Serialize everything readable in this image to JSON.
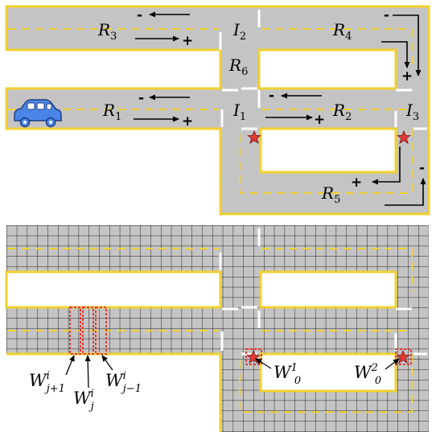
{
  "colors": {
    "road": "#c4c4c4",
    "edge": "#f2d12e",
    "lane_dash": "#f2d12e",
    "stop_line": "#ffffff",
    "star": "#e53935",
    "car": "#4a86e8",
    "window_box": "#e53935",
    "grid_line": "#222222"
  },
  "top": {
    "roads": {
      "r3": {
        "name": "R",
        "sub": "3"
      },
      "r4": {
        "name": "R",
        "sub": "4"
      },
      "r6": {
        "name": "R",
        "sub": "6"
      },
      "r1": {
        "name": "R",
        "sub": "1"
      },
      "r2": {
        "name": "R",
        "sub": "2"
      },
      "r5": {
        "name": "R",
        "sub": "5"
      }
    },
    "intersections": {
      "i1": {
        "name": "I",
        "sub": "1"
      },
      "i2": {
        "name": "I",
        "sub": "2"
      },
      "i3": {
        "name": "I",
        "sub": "3"
      }
    },
    "direction_signs": {
      "plus": "+",
      "minus": "-"
    },
    "vehicle_icon": "car-icon",
    "marker_icon": "star-icon"
  },
  "bottom": {
    "windows": {
      "w_jp1": {
        "sym": "W",
        "sup": "i",
        "sub": "j+1"
      },
      "w_j": {
        "sym": "W",
        "sup": "i",
        "sub": "j"
      },
      "w_jm1": {
        "sym": "W",
        "sup": "i",
        "sub": "j−1"
      },
      "w_0_1": {
        "sym": "W",
        "sup": "1",
        "sub": "0"
      },
      "w_0_2": {
        "sym": "W",
        "sup": "2",
        "sub": "0"
      }
    },
    "marker_icon": "star-icon"
  }
}
